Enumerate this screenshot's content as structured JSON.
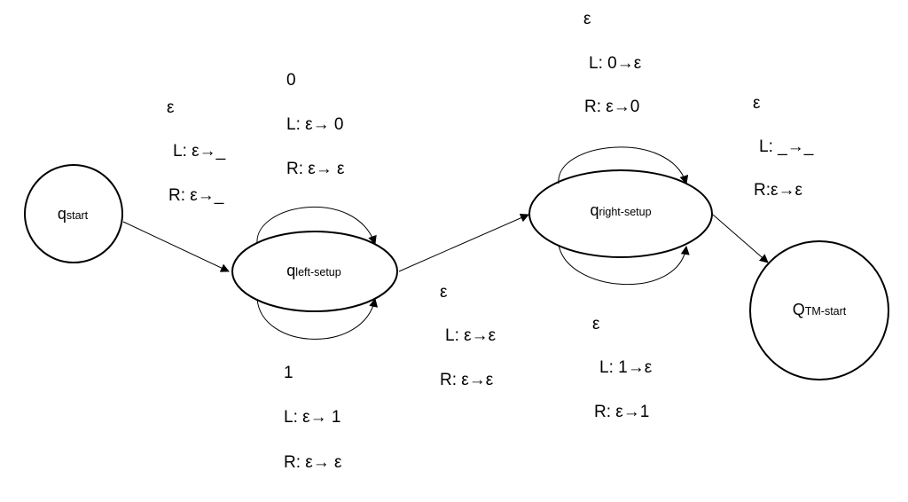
{
  "states": {
    "start": {
      "main": "q",
      "sub": "start"
    },
    "left_setup": {
      "main": "q",
      "sub": "left-setup"
    },
    "right_setup": {
      "main": "q",
      "sub": "right-setup"
    },
    "tm_start": {
      "main": "Q",
      "sub": "TM-start"
    }
  },
  "transitions": {
    "start_to_left": {
      "symbol": "ε",
      "left": "L: ε→_",
      "right": "R: ε→_"
    },
    "left_loop_top": {
      "symbol": "0",
      "left": "L: ε→ 0",
      "right": "R: ε→ ε"
    },
    "left_loop_bottom": {
      "symbol": "1",
      "left": "L: ε→ 1",
      "right": "R: ε→ ε"
    },
    "left_to_right": {
      "symbol": "ε",
      "left": "L: ε→ε",
      "right": "R: ε→ε"
    },
    "right_loop_top": {
      "symbol": "ε",
      "left": "L: 0→ε",
      "right": "R: ε→0"
    },
    "right_loop_bottom": {
      "symbol": "ε",
      "left": "L: 1→ε",
      "right": "R: ε→1"
    },
    "right_to_tm": {
      "symbol": "ε",
      "left": "L: _→_",
      "right": "R:ε→ε"
    }
  }
}
